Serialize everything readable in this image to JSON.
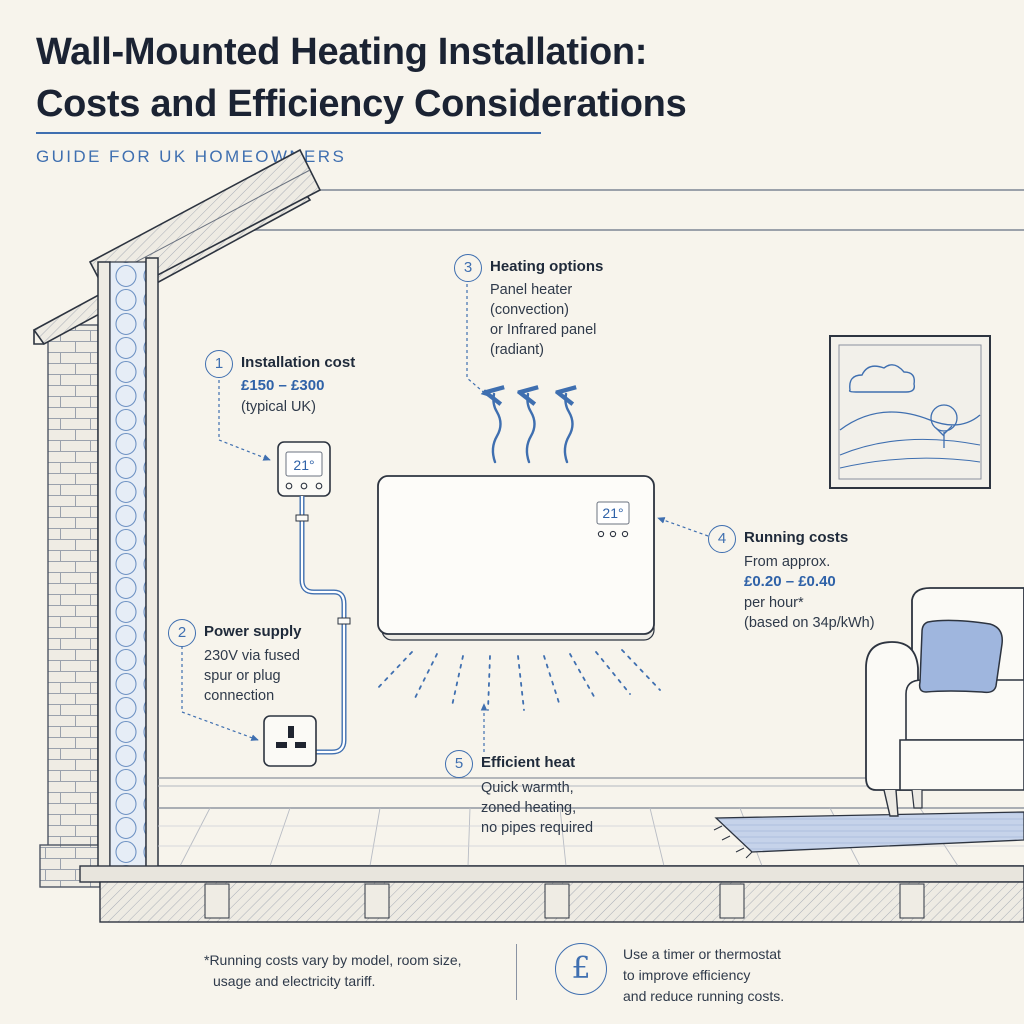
{
  "header": {
    "title_line1": "Wall-Mounted Heating Installation:",
    "title_line2": "Costs and Efficiency Considerations",
    "subtitle": "GUIDE FOR UK HOMEOWNERS"
  },
  "callouts": [
    {
      "number": "1",
      "title": "Installation cost",
      "lines": [
        "£150 – £300",
        "(typical UK)"
      ]
    },
    {
      "number": "2",
      "title": "Power supply",
      "lines": [
        "230V via fused",
        "spur or plug",
        "connection"
      ]
    },
    {
      "number": "3",
      "title": "Heating options",
      "lines": [
        "Panel heater",
        "(convection)",
        "or Infrared panel",
        "(radiant)"
      ]
    },
    {
      "number": "4",
      "title": "Running costs",
      "lines": [
        "From approx.",
        "£0.20 – £0.40",
        "per hour*",
        "(based on 34p/kWh)"
      ]
    },
    {
      "number": "5",
      "title": "Efficient heat",
      "lines": [
        "Quick warmth,",
        "zoned heating,",
        "no pipes required"
      ]
    }
  ],
  "devices": {
    "thermostat_display": "21°",
    "heater_display": "21°"
  },
  "footer": {
    "footnote_line1": "*Running costs vary by model, room size,",
    "footnote_line2": "usage and electricity tariff.",
    "tip_icon_symbol": "£",
    "tip_line1": "Use a timer or thermostat",
    "tip_line2": "to improve efficiency",
    "tip_line3": "and reduce running costs."
  },
  "colors": {
    "background": "#f7f4ec",
    "accent": "#3f6fb0",
    "ink": "#1b2333",
    "cushion": "#9fb6de",
    "rug": "#c6d3ea"
  }
}
